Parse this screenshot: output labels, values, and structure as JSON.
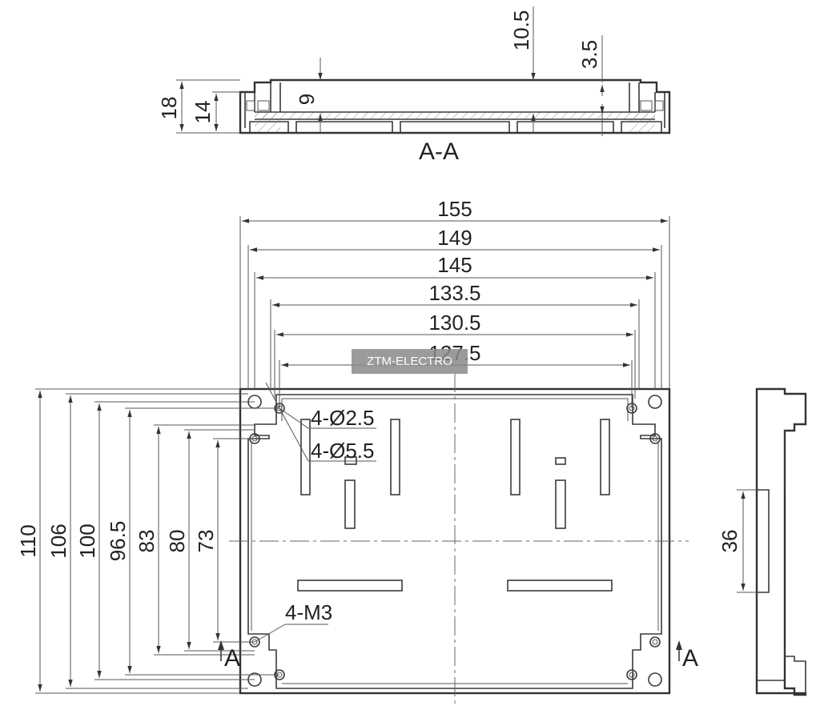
{
  "section": {
    "label": "A-A",
    "dims": {
      "total_height": "18",
      "inner_height": "14",
      "floor_depth": "9",
      "wall_height": "10.5",
      "lip": "3.5"
    }
  },
  "top_view": {
    "widths": [
      "155",
      "149",
      "145",
      "133.5",
      "130.5",
      "127.5"
    ],
    "heights": [
      "110",
      "106",
      "100",
      "96.5",
      "83",
      "80",
      "73"
    ],
    "callouts": {
      "small_holes": "4-Ø2.5",
      "large_holes": "4-Ø5.5",
      "threads": "4-M3"
    },
    "section_marks": {
      "left": "A",
      "right": "A"
    }
  },
  "side_view": {
    "depth": "36"
  },
  "watermark": "ZTM-ELECTRO"
}
